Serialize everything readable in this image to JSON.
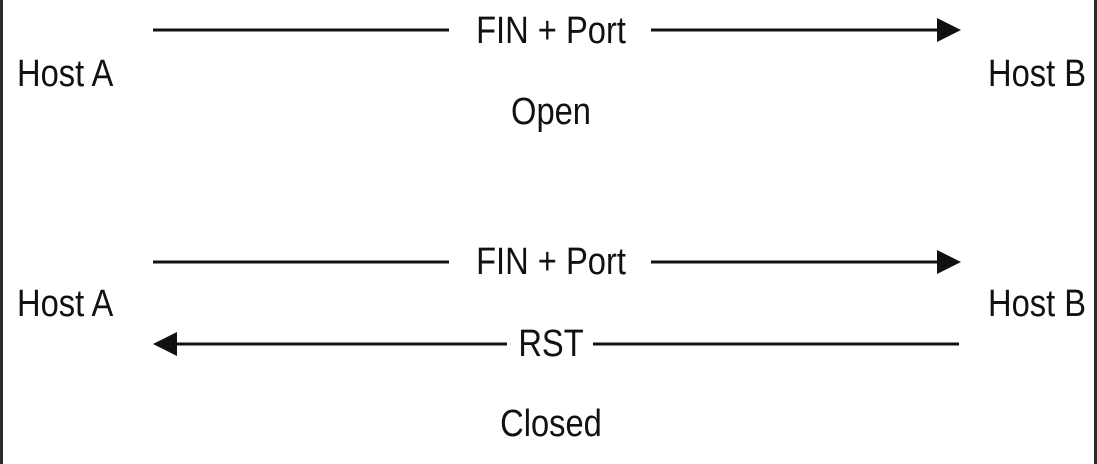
{
  "scenario_open": {
    "sender": "Host A",
    "receiver": "Host B",
    "request_label": "FIN + Port",
    "state_label": "Open"
  },
  "scenario_closed": {
    "sender": "Host A",
    "receiver": "Host B",
    "request_label": "FIN + Port",
    "reply_label": "RST",
    "state_label": "Closed"
  },
  "colors": {
    "line": "#111111",
    "text": "#111111",
    "background": "#ffffff"
  }
}
